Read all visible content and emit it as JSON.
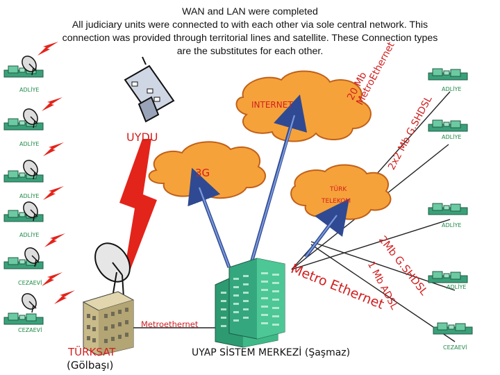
{
  "title_lines": [
    "WAN and LAN were completed",
    "All judiciary units were connected to  with each other via sole central  network. This",
    "connection was provided through territorial lines and satellite. These Connection types",
    "are the substitutes for each other."
  ],
  "clouds": {
    "internet": "INTERNET",
    "g3": "3G",
    "turk_telekom_line1": "TÜRK",
    "turk_telekom_line2": "TELEKOM"
  },
  "satellite_label": "UYDU",
  "links": {
    "metro20_line1": "20 Mb",
    "metro20_line2": "MetroEthernet",
    "gshdsl_2x2": "2x2 Mb G.SHDSL",
    "gshdsl_2": "2Mb G.SHDSL",
    "adsl_1": "1 Mb ADSL",
    "metro_ethernet_big": "Metro Ethernet",
    "metroethernet_small": "Metroethernet"
  },
  "buildings": {
    "turksat": "TÜRKSAT",
    "golbasi": "(Gölbaşı)",
    "uyap": "UYAP SİSTEM MERKEZİ (Şaşmaz)"
  },
  "sites": {
    "left_adliye_1": "ADLİYE",
    "left_adliye_2": "ADLİYE",
    "left_adliye_3": "ADLİYE",
    "left_adliye_4": "ADLİYE",
    "left_cezaevi_1": "CEZAEVİ",
    "left_cezaevi_2": "CEZAEVİ",
    "right_adliye_1": "ADLİYE",
    "right_adliye_2": "ADLİYE",
    "right_adliye_3": "ADLİYE",
    "right_adliye_4": "ADLİYE",
    "right_cezaevi": "CEZAEVİ"
  },
  "icons": {
    "satellite": "satellite-icon",
    "dish": "satellite-dish-icon",
    "bolt": "lightning-bolt-icon",
    "site": "network-site-icon"
  },
  "colors": {
    "cloud_fill": "#f6a23a",
    "cloud_stroke": "#c0601a",
    "bolt": "#e3241b",
    "arrow": "#5b7ac4",
    "arrow_stroke": "#2f4a92",
    "uyap_building": "#34a77e",
    "turksat_building": "#c9bb8a",
    "site_green": "#3aa07a",
    "label_red": "#d21f1f",
    "adliye_green": "#1e8a46",
    "line": "#222222"
  }
}
